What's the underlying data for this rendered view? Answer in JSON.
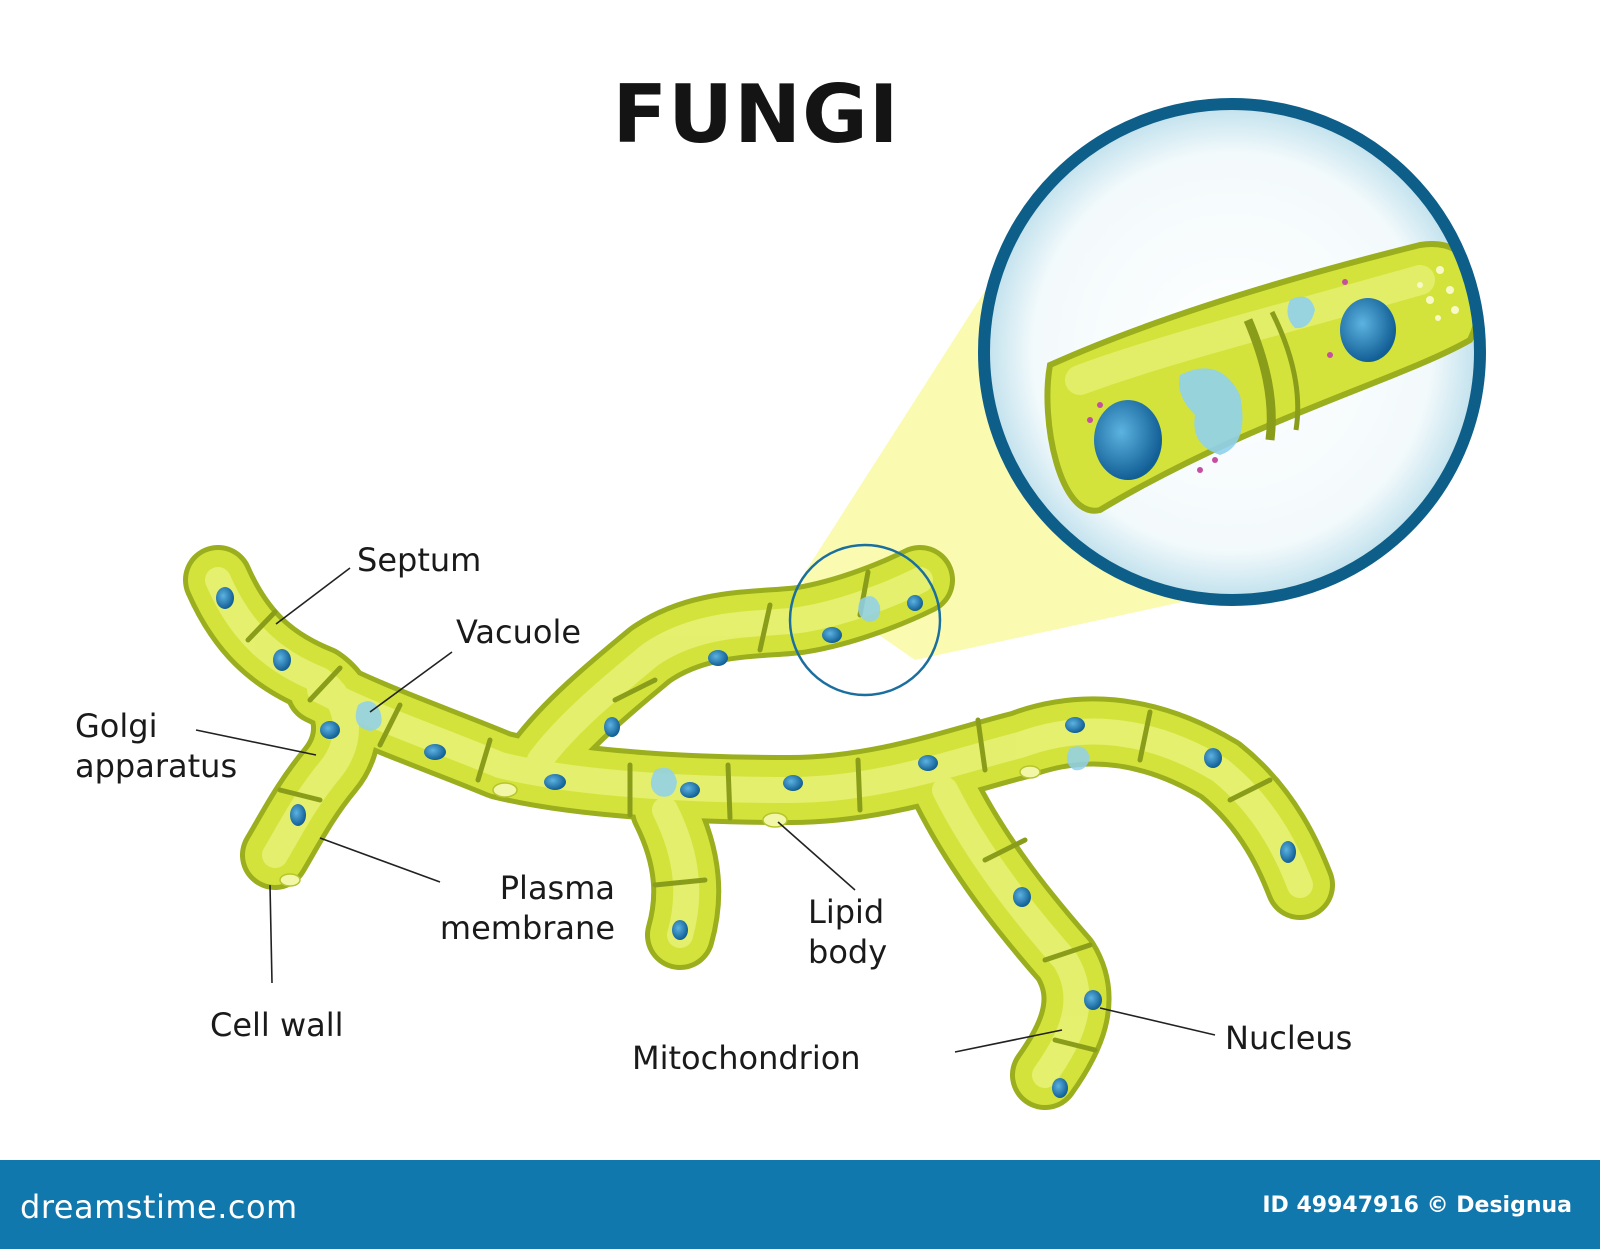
{
  "title": "FUNGI",
  "labels": {
    "septum": "Septum",
    "vacuole": "Vacuole",
    "golgi_line1": "Golgi",
    "golgi_line2": "apparatus",
    "plasma_line1": "Plasma",
    "plasma_line2": "membrane",
    "lipid_line1": "Lipid",
    "lipid_line2": "body",
    "cell_wall": "Cell wall",
    "mitochondrion": "Mitochondrion",
    "nucleus": "Nucleus"
  },
  "footer": {
    "brand": "dreamstime.com",
    "credit": "ID 49947916 © Designua"
  },
  "colors": {
    "hypha_fill": "#d4e33c",
    "hypha_inner": "#e9f27a",
    "hypha_outline": "#9aae1e",
    "nucleus": "#1e78b4",
    "vacuole": "#8fd0ec",
    "magnifier_ring": "#0d5f8a",
    "zoom_cone": "#fafaa8",
    "footer_bg": "#1178ad"
  }
}
